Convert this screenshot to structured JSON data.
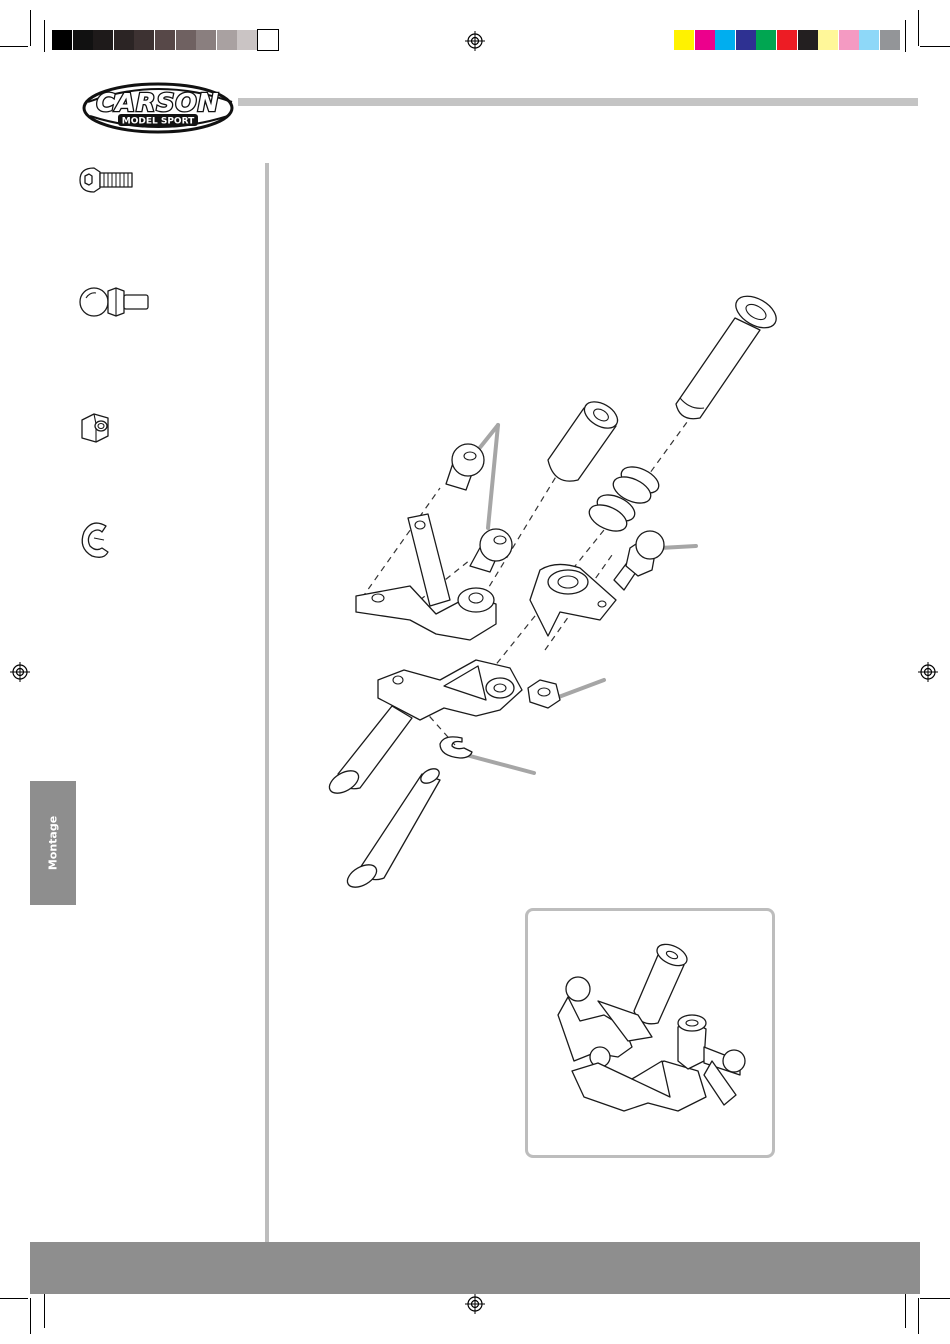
{
  "brand": {
    "logo_text": "CARSON",
    "logo_subtext": "MODEL SPORT"
  },
  "sidebar": {
    "section_label": "Montage"
  },
  "colors": {
    "header_bar": "#c4c4c4",
    "footer_bar": "#8e8e8e",
    "side_tab": "#8e8e8e",
    "divider": "#bdbdbd",
    "leader_lines": "#a6a6a6",
    "grayscale_swatches": [
      "#000000",
      "#111111",
      "#1e1a1a",
      "#2b2424",
      "#3d3232",
      "#574848",
      "#6f6161",
      "#8a7f7f",
      "#a9a1a1",
      "#cac4c4",
      "#ffffff"
    ],
    "color_swatches": [
      "#fff200",
      "#ec008c",
      "#00aeef",
      "#2e3192",
      "#00a651",
      "#ed1c24",
      "#231f20",
      "#fff799",
      "#f49ac2",
      "#8ed8f8",
      "#939598"
    ]
  },
  "parts_list": [
    {
      "icon": "ball-head-screw-icon"
    },
    {
      "icon": "ball-stud-icon"
    },
    {
      "icon": "lock-nut-icon"
    },
    {
      "icon": "e-clip-icon"
    }
  ]
}
